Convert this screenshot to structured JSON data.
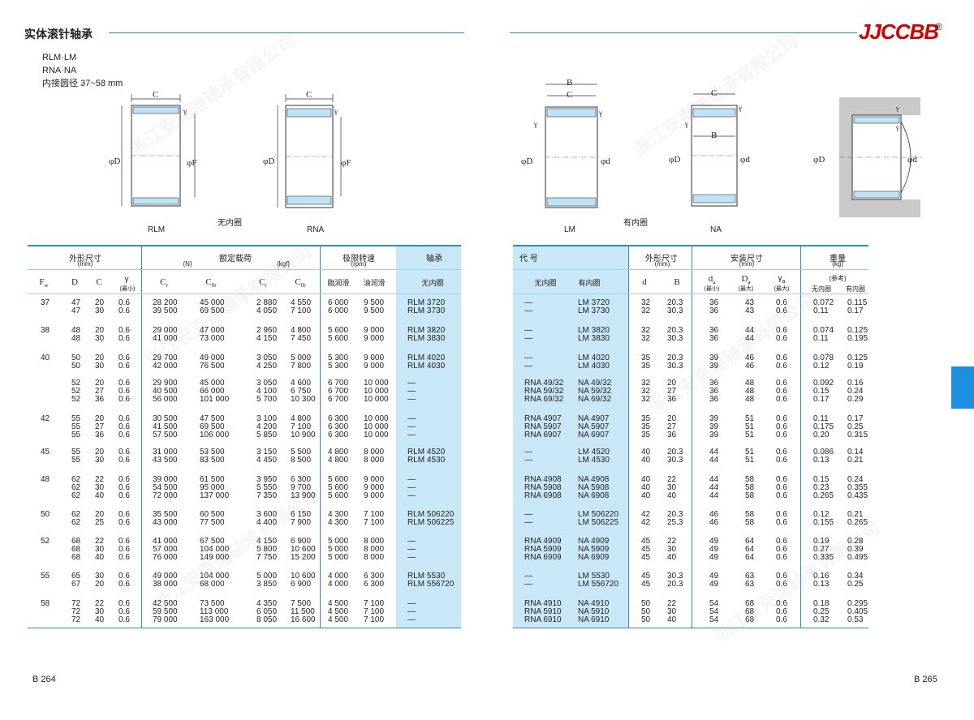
{
  "left_page": {
    "title": "实体滚针轴承",
    "series": [
      "RLM·LM",
      "RNA·NA",
      "内接圆径 37~58 mm"
    ],
    "figures": {
      "rlm": "RLM",
      "rna": "RNA",
      "no_inner": "无内圈"
    },
    "head": {
      "dims": "外形尺寸",
      "dims_unit": "(mm)",
      "load": "额定载荷",
      "load_unit_n": "(N)",
      "load_unit_kgf": "{kgf}",
      "speed": "极限转速",
      "speed_unit": "(rpm)",
      "bearing": "轴承",
      "fw": "F",
      "fw_sub": "w",
      "d": "D",
      "c": "C",
      "r": "γ",
      "r_min": "(最小)",
      "cr": "C",
      "cr_sub": "r",
      "c0r": "C",
      "c0r_sub": "0r",
      "grease": "脂润滑",
      "oil": "油润滑",
      "no_inner": "无内圈"
    },
    "groups": [
      {
        "fw": "37",
        "D": "47\n47",
        "C": "20\n30",
        "r": "0.6\n0.6",
        "cr": "28 200\n39 500",
        "c0r": "45 000\n69 500",
        "cr_k": "2 880\n4 050",
        "c0r_k": "4 550\n7 100",
        "g": "6 000\n6 000",
        "o": "9 500\n9 500",
        "b": "RLM 3720\nRLM 3730"
      },
      {
        "fw": "38",
        "D": "48\n48",
        "C": "20\n30",
        "r": "0.6\n0.6",
        "cr": "29 000\n41 000",
        "c0r": "47 000\n73 000",
        "cr_k": "2 960\n4 150",
        "c0r_k": "4 800\n7 450",
        "g": "5 600\n5 600",
        "o": "9 000\n9 000",
        "b": "RLM 3820\nRLM 3830"
      },
      {
        "fw": "40",
        "D": "50\n50",
        "C": "20\n30",
        "r": "0.6\n0.6",
        "cr": "29 700\n42 000",
        "c0r": "49 000\n76 500",
        "cr_k": "3 050\n4 250",
        "c0r_k": "5 000\n7 800",
        "g": "5 300\n5 300",
        "o": "9 000\n9 000",
        "b": "RLM 4020\nRLM 4030"
      },
      {
        "fw": "",
        "D": "52\n52\n52",
        "C": "20\n27\n36",
        "r": "0.6\n0.6\n0.6",
        "cr": "29 900\n40 500\n56 000",
        "c0r": "45 000\n66 000\n101 000",
        "cr_k": "3 050\n4 100\n5 700",
        "c0r_k": "4 600\n6 750\n10 300",
        "g": "6 700\n6 700\n6 700",
        "o": "10 000\n10 000\n10 000",
        "b": "—\n—\n—"
      },
      {
        "fw": "42",
        "D": "55\n55\n55",
        "C": "20\n27\n36",
        "r": "0.6\n0.6\n0.6",
        "cr": "30 500\n41 500\n57 500",
        "c0r": "47 500\n69 500\n106 000",
        "cr_k": "3 100\n4 200\n5 850",
        "c0r_k": "4 800\n7 100\n10 900",
        "g": "6 300\n6 300\n6 300",
        "o": "10 000\n10 000\n10 000",
        "b": "—\n—\n—"
      },
      {
        "fw": "45",
        "D": "55\n55",
        "C": "20\n30",
        "r": "0.6\n0.6",
        "cr": "31 000\n43 500",
        "c0r": "53 500\n83 500",
        "cr_k": "3 150\n4 450",
        "c0r_k": "5 500\n8 500",
        "g": "4 800\n4 800",
        "o": "8 000\n8 000",
        "b": "RLM 4520\nRLM 4530"
      },
      {
        "fw": "48",
        "D": "62\n62\n62",
        "C": "22\n30\n40",
        "r": "0.6\n0.6\n0.6",
        "cr": "39 000\n54 500\n72 000",
        "c0r": "61 500\n95 000\n137 000",
        "cr_k": "3 950\n5 550\n7 350",
        "c0r_k": "6 300\n9 700\n13 900",
        "g": "5 600\n5 600\n5 600",
        "o": "9 000\n9 000\n9 000",
        "b": "—\n—\n—"
      },
      {
        "fw": "50",
        "D": "62\n62",
        "C": "20\n25",
        "r": "0.6\n0.6",
        "cr": "35 500\n43 000",
        "c0r": "60 500\n77 500",
        "cr_k": "3 600\n4 400",
        "c0r_k": "6 150\n7 900",
        "g": "4 300\n4 300",
        "o": "7 100\n7 100",
        "b": "RLM 506220\nRLM 506225"
      },
      {
        "fw": "52",
        "D": "68\n68\n68",
        "C": "22\n30\n40",
        "r": "0.6\n0.6\n0.6",
        "cr": "41 000\n57 000\n76 000",
        "c0r": "67 500\n104 000\n149 000",
        "cr_k": "4 150\n5 800\n7 750",
        "c0r_k": "6 900\n10 600\n15 200",
        "g": "5 000\n5 000\n5 000",
        "o": "8 000\n8 000\n8 000",
        "b": "—\n—\n—"
      },
      {
        "fw": "55",
        "D": "65\n67",
        "C": "30\n20",
        "r": "0.6\n0.6",
        "cr": "49 000\n38 000",
        "c0r": "104 000\n68 000",
        "cr_k": "5 000\n3 850",
        "c0r_k": "10 600\n6 900",
        "g": "4 000\n4 000",
        "o": "6 300\n6 300",
        "b": "RLM 5530\nRLM 556720"
      },
      {
        "fw": "58",
        "D": "72\n72\n72",
        "C": "22\n30\n40",
        "r": "0.6\n0.6\n0.6",
        "cr": "42 500\n59 500\n79 000",
        "c0r": "73 500\n113 000\n163 000",
        "cr_k": "4 350\n6 050\n8 050",
        "c0r_k": "7 500\n11 500\n16 600",
        "g": "4 500\n4 500\n4 500",
        "o": "7 100\n7 100\n7 100",
        "b": "—\n—\n—"
      }
    ],
    "page_no": "B 264"
  },
  "right_page": {
    "logo": "JJCCBB",
    "reg": "®",
    "figures": {
      "lm": "LM",
      "na": "NA",
      "with_inner": "有内圈"
    },
    "head": {
      "code": "代 号",
      "no_inner": "无内圈",
      "with_inner": "有内圈",
      "dims": "外形尺寸",
      "dims_unit": "(mm)",
      "d": "d",
      "B": "B",
      "mount": "安装尺寸",
      "mount_unit": "(mm)",
      "da": "d",
      "da_sub": "a",
      "da_min": "(最小)",
      "Da": "D",
      "Da_sub": "a",
      "Da_max": "(最大)",
      "ra": "γ",
      "ra_sub": "a",
      "ra_max": "(最大)",
      "mass": "重量",
      "mass_unit": "(kg)",
      "ref": "(参考)"
    },
    "groups": [
      {
        "n": "—\n—",
        "w": "LM 3720\nLM 3730",
        "d": "32\n32",
        "B": "20.3\n30.3",
        "da": "36\n36",
        "Da": "43\n43",
        "ra": "0.6\n0.6",
        "m1": "0.072\n0.11",
        "m2": "0.115\n0.17"
      },
      {
        "n": "—\n—",
        "w": "LM 3820\nLM 3830",
        "d": "32\n32",
        "B": "20.3\n30.3",
        "da": "36\n36",
        "Da": "44\n44",
        "ra": "0.6\n0.6",
        "m1": "0.074\n0.11",
        "m2": "0.125\n0.195"
      },
      {
        "n": "—\n—",
        "w": "LM 4020\nLM 4030",
        "d": "35\n35",
        "B": "20.3\n30.3",
        "da": "39\n39",
        "Da": "46\n46",
        "ra": "0.6\n0.6",
        "m1": "0.078\n0.12",
        "m2": "0.125\n0.19"
      },
      {
        "n": "RNA 49/32\nRNA 59/32\nRNA 69/32",
        "w": "NA 49/32\nNA 59/32\nNA 69/32",
        "d": "32\n32\n32",
        "B": "20\n27\n36",
        "da": "36\n36\n36",
        "Da": "48\n48\n48",
        "ra": "0.6\n0.6\n0.6",
        "m1": "0.092\n0.15\n0.17",
        "m2": "0.16\n0.24\n0.29"
      },
      {
        "n": "RNA 4907\nRNA 5907\nRNA 6907",
        "w": "NA 4907\nNA 5907\nNA 6907",
        "d": "35\n35\n35",
        "B": "20\n27\n36",
        "da": "39\n39\n39",
        "Da": "51\n51\n51",
        "ra": "0.6\n0.6\n0.6",
        "m1": "0.11\n0.175\n0.20",
        "m2": "0.17\n0.25\n0.315"
      },
      {
        "n": "—\n—",
        "w": "LM 4520\nLM 4530",
        "d": "40\n40",
        "B": "20.3\n30.3",
        "da": "44\n44",
        "Da": "51\n51",
        "ra": "0.6\n0.6",
        "m1": "0.086\n0.13",
        "m2": "0.14\n0.21"
      },
      {
        "n": "RNA 4908\nRNA 5908\nRNA 6908",
        "w": "NA 4908\nNA 5908\nNA 6908",
        "d": "40\n40\n40",
        "B": "22\n30\n40",
        "da": "44\n44\n44",
        "Da": "58\n58\n58",
        "ra": "0.6\n0.6\n0.6",
        "m1": "0.15\n0.23\n0.265",
        "m2": "0.24\n0.355\n0.435"
      },
      {
        "n": "—\n—",
        "w": "LM 506220\nLM 506225",
        "d": "42\n42",
        "B": "20.3\n25.3",
        "da": "46\n46",
        "Da": "58\n58",
        "ra": "0.6\n0.6",
        "m1": "0.12\n0.155",
        "m2": "0.21\n0.265"
      },
      {
        "n": "RNA 4909\nRNA 5909\nRNA 6909",
        "w": "NA 4909\nNA 5909\nNA 6909",
        "d": "45\n45\n45",
        "B": "22\n30\n40",
        "da": "49\n49\n49",
        "Da": "64\n64\n64",
        "ra": "0.6\n0.6\n0.6",
        "m1": "0.19\n0.27\n0.335",
        "m2": "0.28\n0.39\n0.495"
      },
      {
        "n": "—\n—",
        "w": "LM 5530\nLM 556720",
        "d": "45\n45",
        "B": "30.3\n20.3",
        "da": "49\n49",
        "Da": "63\n63",
        "ra": "0.6\n0.6",
        "m1": "0.16\n0.13",
        "m2": "0.34\n0.25"
      },
      {
        "n": "RNA 4910\nRNA 5910\nRNA 6910",
        "w": "NA 4910\nNA 5910\nNA 6910",
        "d": "50\n50\n50",
        "B": "22\n30\n40",
        "da": "54\n54\n54",
        "Da": "68\n68\n68",
        "ra": "0.6\n0.6\n0.6",
        "m1": "0.18\n0.25\n0.32",
        "m2": "0.295\n0.405\n0.53"
      }
    ],
    "page_no": "B 265"
  },
  "watermark": "浙江安克迪轴承有限公司",
  "colors": {
    "accent": "#2a8fd6",
    "highlight": "#c9e7f7",
    "logo": "#d40000"
  }
}
